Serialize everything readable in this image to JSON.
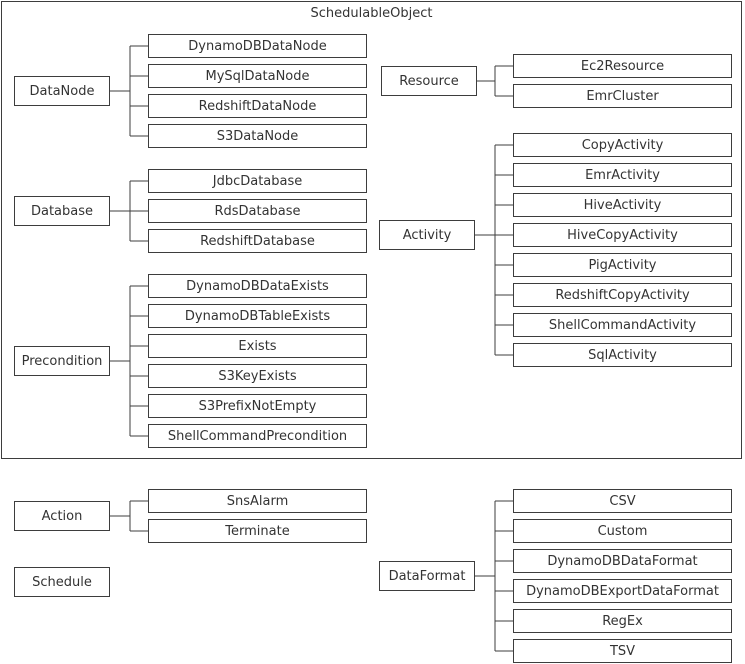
{
  "title": "SchedulableObject",
  "colors": {
    "line": "#3d3d3d",
    "text": "#333333",
    "background": "#ffffff"
  },
  "groups": {
    "datanode": {
      "label": "DataNode",
      "children": [
        "DynamoDBDataNode",
        "MySqlDataNode",
        "RedshiftDataNode",
        "S3DataNode"
      ]
    },
    "database": {
      "label": "Database",
      "children": [
        "JdbcDatabase",
        "RdsDatabase",
        "RedshiftDatabase"
      ]
    },
    "precondition": {
      "label": "Precondition",
      "children": [
        "DynamoDBDataExists",
        "DynamoDBTableExists",
        "Exists",
        "S3KeyExists",
        "S3PrefixNotEmpty",
        "ShellCommandPrecondition"
      ]
    },
    "resource": {
      "label": "Resource",
      "children": [
        "Ec2Resource",
        "EmrCluster"
      ]
    },
    "activity": {
      "label": "Activity",
      "children": [
        "CopyActivity",
        "EmrActivity",
        "HiveActivity",
        "HiveCopyActivity",
        "PigActivity",
        "RedshiftCopyActivity",
        "ShellCommandActivity",
        "SqlActivity"
      ]
    },
    "action": {
      "label": "Action",
      "children": [
        "SnsAlarm",
        "Terminate"
      ]
    },
    "schedule": {
      "label": "Schedule"
    },
    "dataformat": {
      "label": "DataFormat",
      "children": [
        "CSV",
        "Custom",
        "DynamoDBDataFormat",
        "DynamoDBExportDataFormat",
        "RegEx",
        "TSV"
      ]
    }
  }
}
